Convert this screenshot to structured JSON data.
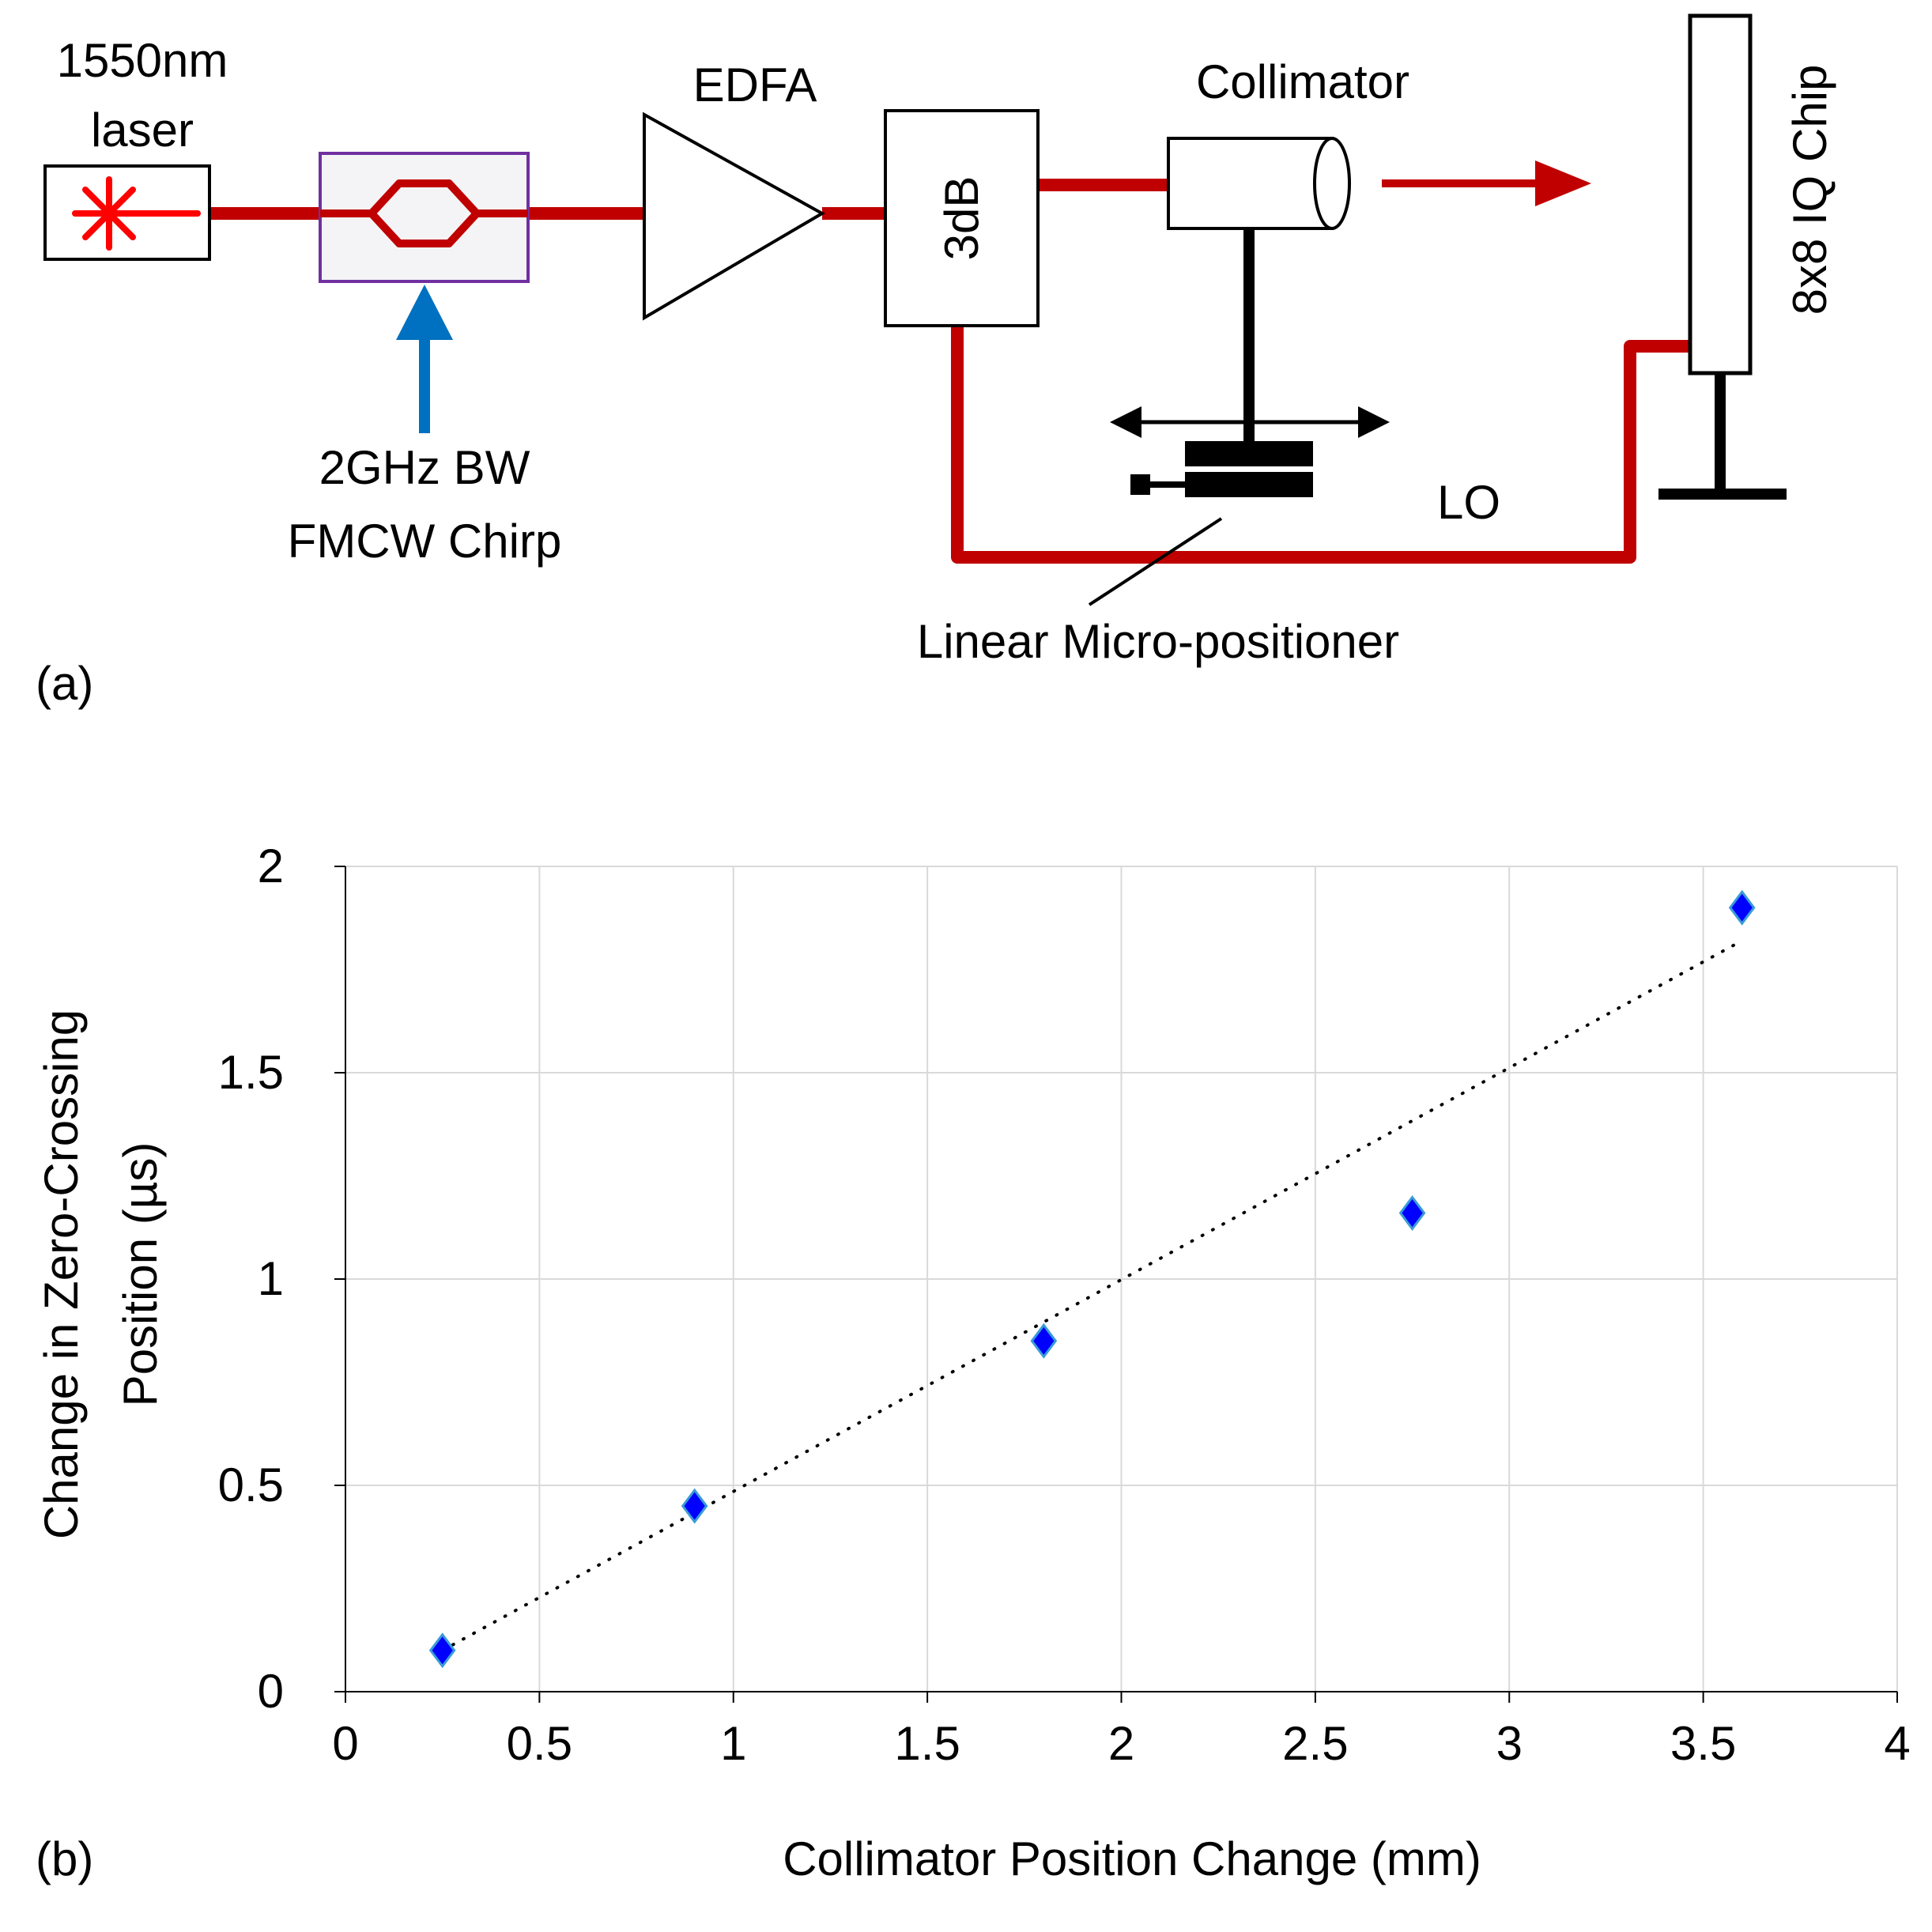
{
  "diagram": {
    "panel_label": "(a)",
    "laser": {
      "line1": "1550nm",
      "line2": "laser"
    },
    "modulator_caption": {
      "line1": "2GHz BW",
      "line2": "FMCW Chirp"
    },
    "edfa_label": "EDFA",
    "splitter_label": "3dB",
    "collimator_label": "Collimator",
    "chip_label": "8x8 IQ Chip",
    "lo_label": "LO",
    "positioner_label": "Linear Micro-positioner",
    "colors": {
      "fiber": "#c00000",
      "laser": "#ff0000",
      "arrow_blue": "#0070c0",
      "modulator_border": "#7030a0"
    }
  },
  "chart": {
    "panel_label": "(b)",
    "marker_icon": "diamond-marker",
    "marker_color": "#0000ff",
    "trendline_style": "dotted"
  },
  "chart_data": {
    "type": "scatter",
    "title": "",
    "xlabel": "Collimator Position Change (mm)",
    "ylabel_line1": "Change in Zero-Crossing",
    "ylabel_line2": "Position (µs)",
    "xlim": [
      0,
      4
    ],
    "ylim": [
      0,
      2
    ],
    "xticks": [
      0,
      0.5,
      1,
      1.5,
      2,
      2.5,
      3,
      3.5,
      4
    ],
    "yticks": [
      0,
      0.5,
      1,
      1.5,
      2
    ],
    "xtick_labels": [
      "0",
      "0.5",
      "1",
      "1.5",
      "2",
      "2.5",
      "3",
      "3.5",
      "4"
    ],
    "ytick_labels": [
      "0",
      "0.5",
      "1",
      "1.5",
      "2"
    ],
    "grid": true,
    "series": [
      {
        "x": [
          0.25,
          0.9,
          1.8,
          2.75,
          3.6
        ],
        "y": [
          0.1,
          0.45,
          0.85,
          1.16,
          1.9
        ]
      }
    ],
    "trendline": {
      "type": "linear",
      "x": [
        0.25,
        3.6
      ],
      "y": [
        0.1,
        1.82
      ]
    }
  }
}
